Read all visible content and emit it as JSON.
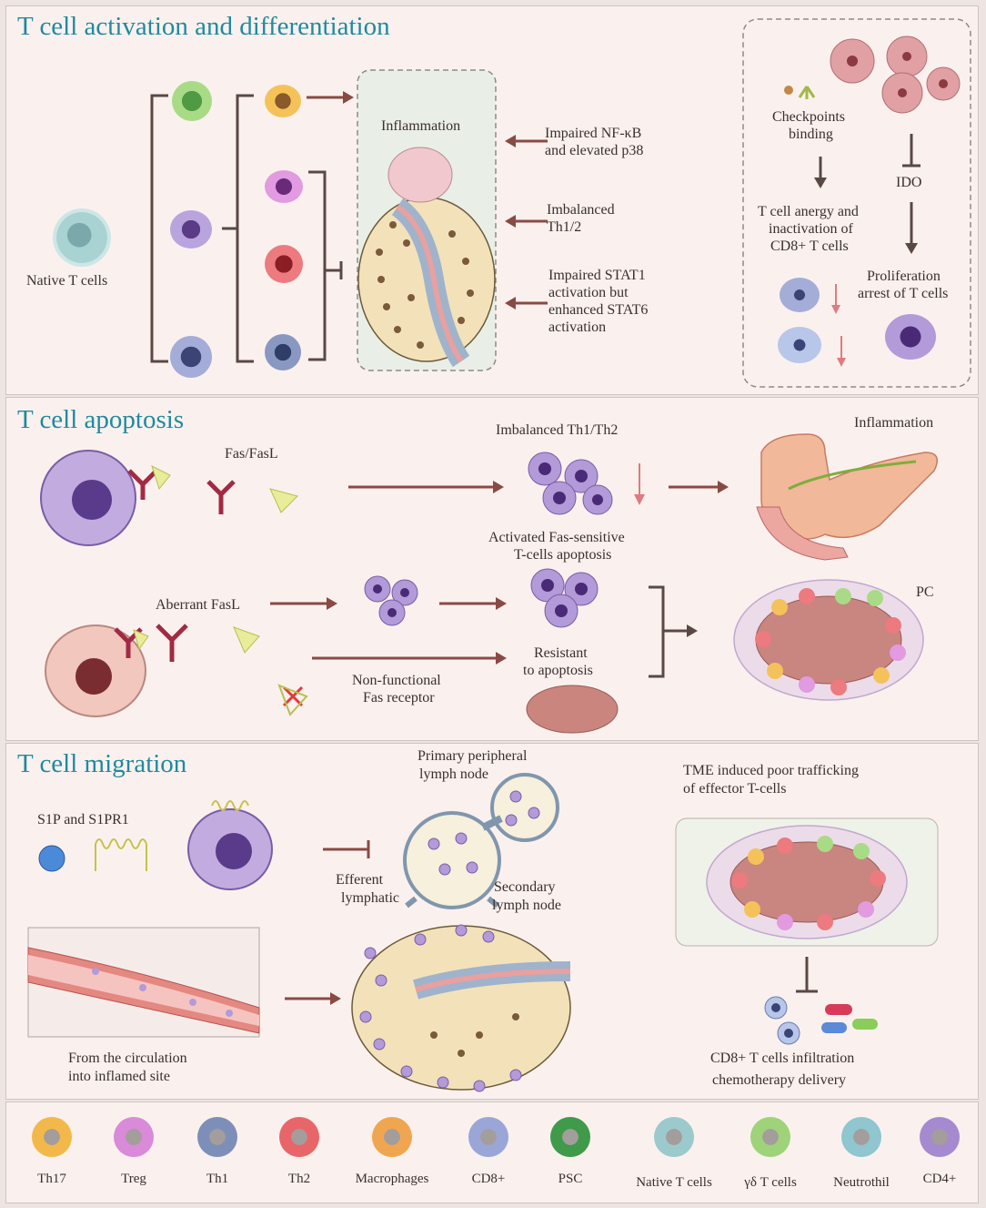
{
  "sections": {
    "activation": {
      "title": "T cell activation and differentiation",
      "native_label": "Native T cells",
      "inflammation": "Inflammation",
      "mech1": [
        "Impaired NF-κB",
        "and elevated p38"
      ],
      "mech2": [
        "Imbalanced",
        "Th1/2"
      ],
      "mech3": [
        "Impaired STAT1",
        "activation but",
        "enhanced STAT6",
        "activation"
      ],
      "checkpoints": [
        "Checkpoints",
        "binding"
      ],
      "ido": "IDO",
      "anergy": [
        "T cell anergy and",
        "inactivation of",
        "CD8+ T cells"
      ],
      "proliferation": [
        "Proliferation",
        "arrest of T cells"
      ]
    },
    "apoptosis": {
      "title": "T cell apoptosis",
      "fasfasl": "Fas/FasL",
      "imbalanced": "Imbalanced Th1/Th2",
      "inflammation": "Inflammation",
      "activated": [
        "Activated Fas-sensitive",
        "T-cells apoptosis"
      ],
      "aberrant": "Aberrant FasL",
      "pc": "PC",
      "resistant": [
        "Resistant",
        "to apoptosis"
      ],
      "nonfunctional": [
        "Non-functional",
        "Fas receptor"
      ]
    },
    "migration": {
      "title": "T cell migration",
      "s1p": "S1P and S1PR1",
      "primary": [
        "Primary peripheral",
        "lymph node"
      ],
      "efferent": [
        "Efferent",
        "lymphatic"
      ],
      "secondary": [
        "Secondary",
        "lymph node"
      ],
      "tme": [
        "TME induced poor trafficking",
        "of effector T-cells"
      ],
      "circulation": [
        "From the circulation",
        "into inflamed site"
      ],
      "cd8": [
        "CD8+ T cells infiltration",
        "chemotherapy delivery"
      ]
    }
  },
  "legend": [
    {
      "label": "Th17",
      "color": "#f2b94a"
    },
    {
      "label": "Treg",
      "color": "#d98ad8"
    },
    {
      "label": "Th1",
      "color": "#7d8fb8"
    },
    {
      "label": "Th2",
      "color": "#e8666a"
    },
    {
      "label": "Macrophages",
      "color": "#f0a650"
    },
    {
      "label": "CD8+",
      "color": "#9aa6d8"
    },
    {
      "label": "PSC",
      "color": "#3f9a4a"
    },
    {
      "label": "Native T cells",
      "color": "#9cc9cc"
    },
    {
      "label": "γδ T cells",
      "color": "#9fd37a"
    },
    {
      "label": "Neutrothil",
      "color": "#8fc6cf"
    },
    {
      "label": "CD4+",
      "color": "#a58ad0"
    }
  ]
}
